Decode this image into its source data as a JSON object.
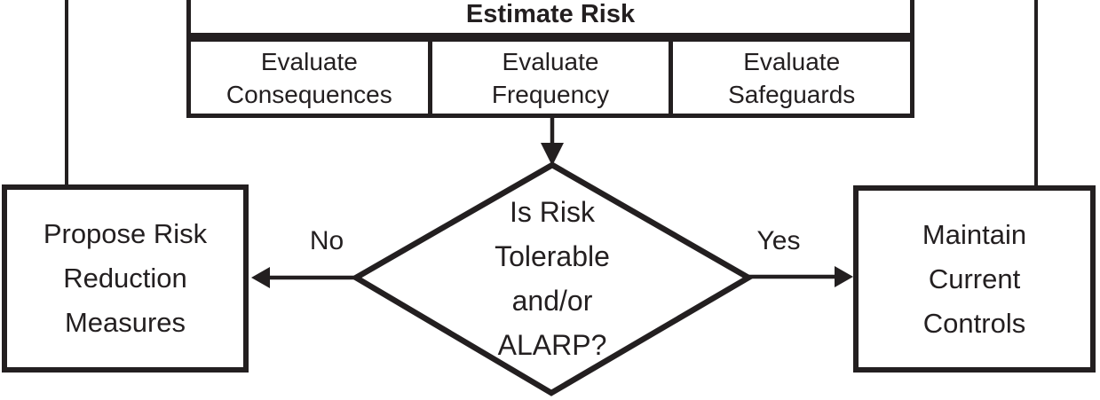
{
  "colors": {
    "ink": "#231f20",
    "background": "#ffffff"
  },
  "diagram": {
    "estimate_risk": {
      "title": "Estimate Risk",
      "sub_steps": [
        "Evaluate\nConsequences",
        "Evaluate\nFrequency",
        "Evaluate\nSafeguards"
      ]
    },
    "decision": "Is Risk\nTolerable\nand/or\nALARP?",
    "branch_no": "No",
    "branch_yes": "Yes",
    "propose_box": "Propose Risk\nReduction\nMeasures",
    "maintain_box": "Maintain\nCurrent\nControls"
  }
}
